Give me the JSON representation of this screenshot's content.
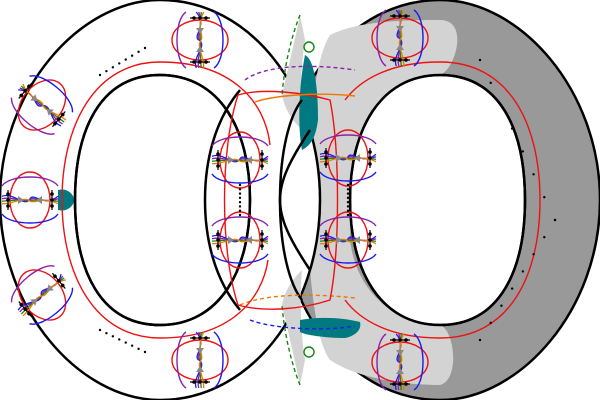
{
  "figure": {
    "description_visible_text": "",
    "colors": {
      "background": "#ffffff",
      "outline": "#000000",
      "dark_fill": "#999999",
      "light_fill": "#d3d3d3",
      "teal_fill": "#007a80",
      "red": "#ee1111",
      "blue": "#1a1aee",
      "purple": "#8822aa",
      "orange": "#ee7700",
      "green": "#118811",
      "cusp_gray": "#888888"
    },
    "annuli": [
      {
        "name": "left-annulus",
        "fill": "white"
      },
      {
        "name": "right-annulus",
        "fill": "dark-gray"
      }
    ],
    "braid_strand_colors": [
      "red",
      "blue",
      "purple",
      "orange",
      "green"
    ],
    "ellipsis_marks": 6
  }
}
